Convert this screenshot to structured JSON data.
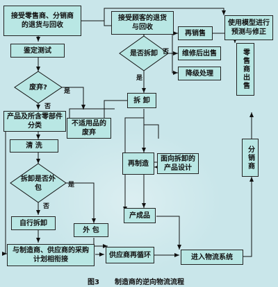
{
  "nodes": {
    "receive_retailer": "接受零售商、分销商的退货与回收",
    "receive_customer": "接受顾客的退货与回收",
    "model_forecast": "使用模型进行预测与修正",
    "inspection": "鉴定测试",
    "discard_q": "废弃?",
    "dismantle_q": "是否拆卸",
    "resell": "再销售",
    "repair_sell": "维修后出售",
    "downgrade": "降级处理",
    "sort_parts": "产品及所含零部件分类",
    "unusable_discard": "不适用品的废弃",
    "dismantle": "拆 卸",
    "clean": "清 洗",
    "parts_retail": "零售商出售",
    "outsource_q": "拆卸是否外包",
    "remanufacture": "再制造",
    "redesign": "面向拆卸的产品设计",
    "distributor": "分销商",
    "self_dismantle": "自行拆卸",
    "outsource": "外 包",
    "finished_product": "产成品",
    "coordinate": "与制造商、供应商的采购计划相衔接",
    "supplier_recycle": "供应商再循环",
    "logistics": "进入物流系统"
  },
  "labels": {
    "no": "否",
    "yes": "是"
  },
  "caption": {
    "fig": "图3",
    "title": "制造商的逆向物流流程"
  }
}
